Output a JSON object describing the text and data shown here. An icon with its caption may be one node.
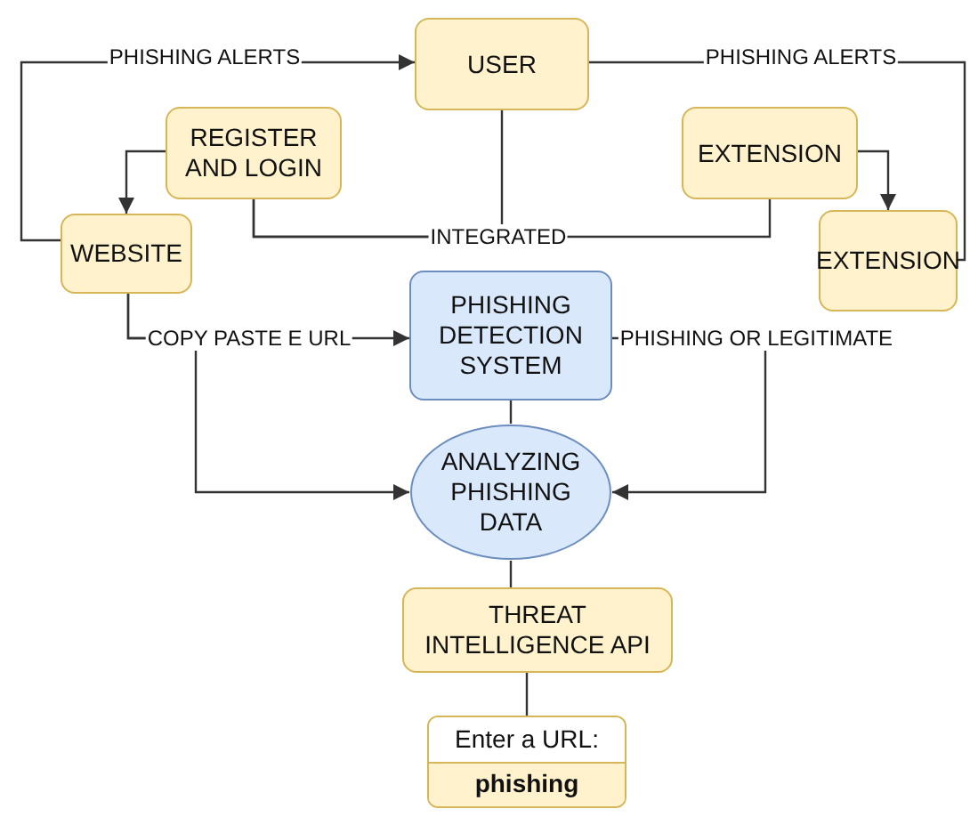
{
  "diagram": {
    "nodes": [
      {
        "text": [
          "USER"
        ]
      },
      {
        "text": [
          "REGISTER AND LOGIN"
        ]
      },
      {
        "text": [
          "EXTENSION"
        ]
      },
      {
        "text": [
          "WEBSITE"
        ]
      },
      {
        "text": [
          "EXTENSION"
        ]
      },
      {
        "text": [
          "PHISHING DETECTION SYSTEM"
        ]
      },
      {
        "text": [
          "ANALYZING PHISHING DATA"
        ]
      },
      {
        "text": [
          "THREAT INTELLIGENCE API"
        ]
      },
      {
        "text": [
          "Enter a URL:",
          "phishing"
        ]
      }
    ],
    "edges": [
      {
        "from": 3,
        "to": 0,
        "arrow": "to",
        "label": "PHISHING ALERTS"
      },
      {
        "from": 0,
        "to": 4,
        "arrow": "none",
        "label": "PHISHING ALERTS"
      },
      {
        "from": 1,
        "to": 3,
        "arrow": "to"
      },
      {
        "from": 2,
        "to": 4,
        "arrow": "to"
      },
      {
        "from": 1,
        "to": 2,
        "arrow": "none",
        "label": "INTEGRATED"
      },
      {
        "from": 0,
        "to": 1,
        "arrow": "none"
      },
      {
        "from": 3,
        "to": 5,
        "arrow": "to",
        "label": "COPY PASTE E URL"
      },
      {
        "from": 3,
        "to": 6,
        "arrow": "to"
      },
      {
        "from": 5,
        "to": 6,
        "arrow": "to",
        "label": "PHISHING OR LEGITIMATE"
      },
      {
        "from": 5,
        "to": 6,
        "arrow": "none"
      },
      {
        "from": 6,
        "to": 7,
        "arrow": "none"
      },
      {
        "from": 7,
        "to": 8,
        "arrow": "none"
      }
    ]
  }
}
